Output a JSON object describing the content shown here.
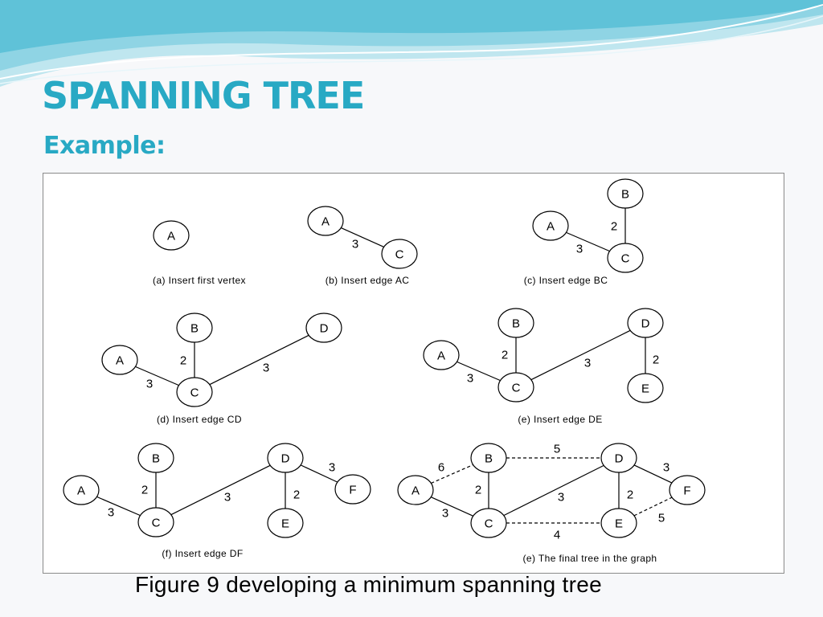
{
  "slide": {
    "title": "SPANNING TREE",
    "subtitle": "Example:",
    "figure_caption": "Figure 9 developing a minimum spanning tree"
  },
  "colors": {
    "accent": "#28a9c4",
    "wave_light": "#bfe6ef",
    "wave_mid": "#7fcfe0"
  },
  "panels": [
    {
      "id": "a",
      "caption": "(a) Insert first vertex",
      "nodes": [
        {
          "id": "A",
          "label": "A"
        }
      ],
      "edges": []
    },
    {
      "id": "b",
      "caption": "(b) Insert edge AC",
      "nodes": [
        {
          "id": "A",
          "label": "A"
        },
        {
          "id": "C",
          "label": "C"
        }
      ],
      "edges": [
        {
          "from": "A",
          "to": "C",
          "weight": "3",
          "style": "solid"
        }
      ]
    },
    {
      "id": "c",
      "caption": "(c) Insert edge BC",
      "nodes": [
        {
          "id": "B",
          "label": "B"
        },
        {
          "id": "A",
          "label": "A"
        },
        {
          "id": "C",
          "label": "C"
        }
      ],
      "edges": [
        {
          "from": "A",
          "to": "C",
          "weight": "3",
          "style": "solid"
        },
        {
          "from": "B",
          "to": "C",
          "weight": "2",
          "style": "solid"
        }
      ]
    },
    {
      "id": "d",
      "caption": "(d) Insert edge CD",
      "nodes": [
        {
          "id": "B",
          "label": "B"
        },
        {
          "id": "D",
          "label": "D"
        },
        {
          "id": "A",
          "label": "A"
        },
        {
          "id": "C",
          "label": "C"
        }
      ],
      "edges": [
        {
          "from": "A",
          "to": "C",
          "weight": "3",
          "style": "solid"
        },
        {
          "from": "B",
          "to": "C",
          "weight": "2",
          "style": "solid"
        },
        {
          "from": "C",
          "to": "D",
          "weight": "3",
          "style": "solid"
        }
      ]
    },
    {
      "id": "e",
      "caption": "(e) Insert edge DE",
      "nodes": [
        {
          "id": "B",
          "label": "B"
        },
        {
          "id": "D",
          "label": "D"
        },
        {
          "id": "A",
          "label": "A"
        },
        {
          "id": "C",
          "label": "C"
        },
        {
          "id": "E",
          "label": "E"
        }
      ],
      "edges": [
        {
          "from": "A",
          "to": "C",
          "weight": "3",
          "style": "solid"
        },
        {
          "from": "B",
          "to": "C",
          "weight": "2",
          "style": "solid"
        },
        {
          "from": "C",
          "to": "D",
          "weight": "3",
          "style": "solid"
        },
        {
          "from": "D",
          "to": "E",
          "weight": "2",
          "style": "solid"
        }
      ]
    },
    {
      "id": "f",
      "caption": "(f) Insert edge DF",
      "nodes": [
        {
          "id": "B",
          "label": "B"
        },
        {
          "id": "D",
          "label": "D"
        },
        {
          "id": "A",
          "label": "A"
        },
        {
          "id": "F",
          "label": "F"
        },
        {
          "id": "C",
          "label": "C"
        },
        {
          "id": "E",
          "label": "E"
        }
      ],
      "edges": [
        {
          "from": "A",
          "to": "C",
          "weight": "3",
          "style": "solid"
        },
        {
          "from": "B",
          "to": "C",
          "weight": "2",
          "style": "solid"
        },
        {
          "from": "C",
          "to": "D",
          "weight": "3",
          "style": "solid"
        },
        {
          "from": "D",
          "to": "E",
          "weight": "2",
          "style": "solid"
        },
        {
          "from": "D",
          "to": "F",
          "weight": "3",
          "style": "solid"
        }
      ]
    },
    {
      "id": "g",
      "caption": "(e) The final tree in the graph",
      "nodes": [
        {
          "id": "B",
          "label": "B"
        },
        {
          "id": "D",
          "label": "D"
        },
        {
          "id": "A",
          "label": "A"
        },
        {
          "id": "F",
          "label": "F"
        },
        {
          "id": "C",
          "label": "C"
        },
        {
          "id": "E",
          "label": "E"
        }
      ],
      "edges": [
        {
          "from": "A",
          "to": "B",
          "weight": "6",
          "style": "dashed"
        },
        {
          "from": "B",
          "to": "D",
          "weight": "5",
          "style": "dashed"
        },
        {
          "from": "A",
          "to": "C",
          "weight": "3",
          "style": "solid"
        },
        {
          "from": "B",
          "to": "C",
          "weight": "2",
          "style": "solid"
        },
        {
          "from": "C",
          "to": "D",
          "weight": "3",
          "style": "solid"
        },
        {
          "from": "D",
          "to": "E",
          "weight": "2",
          "style": "solid"
        },
        {
          "from": "D",
          "to": "F",
          "weight": "3",
          "style": "solid"
        },
        {
          "from": "C",
          "to": "E",
          "weight": "4",
          "style": "dashed"
        },
        {
          "from": "E",
          "to": "F",
          "weight": "5",
          "style": "dashed"
        }
      ]
    }
  ]
}
